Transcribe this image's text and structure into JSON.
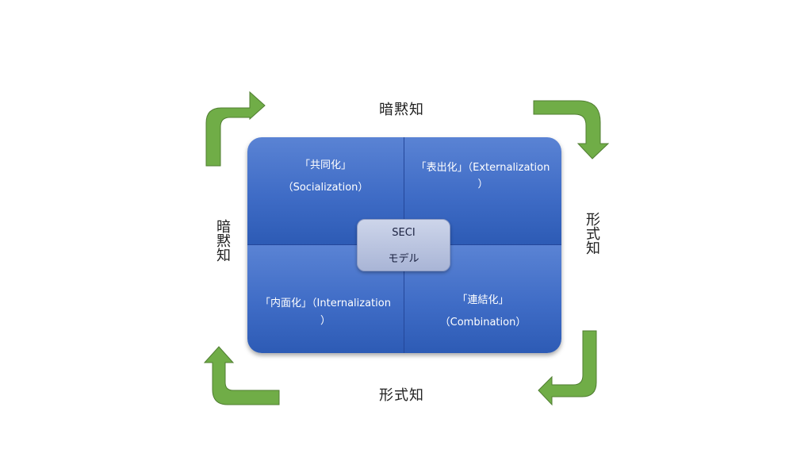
{
  "labels": {
    "top": "暗黙知",
    "bottom": "形式知",
    "left": "暗黙知",
    "right": "形式知"
  },
  "quadrants": {
    "top_left": {
      "title": "「共同化」",
      "subtitle": "（Socialization）"
    },
    "top_right": {
      "line1": "「表出化」（Externalization",
      "line2": "）"
    },
    "bottom_left": {
      "line1": "「内面化」（Internalization",
      "line2": "）"
    },
    "bottom_right": {
      "title": "「連結化」",
      "subtitle": "（Combination）"
    }
  },
  "center": {
    "line1": "SECI",
    "line2": "モデル"
  },
  "colors": {
    "arrow_fill": "#70ad47",
    "arrow_stroke": "#507e32",
    "quadrant_blue": "#4472c4",
    "center_fill": "#b4c0de"
  }
}
